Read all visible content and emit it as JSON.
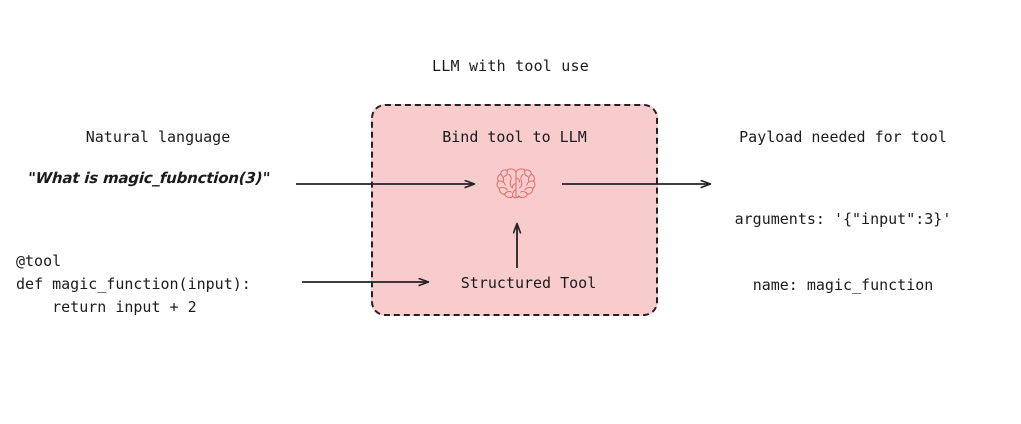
{
  "diagram": {
    "title": "LLM with tool use",
    "background_color": "#ffffff",
    "box": {
      "title": "Bind tool to LLM",
      "fill_color": "#f8cccd",
      "border_color": "#222222",
      "border_style": "dashed",
      "structured_tool_label": "Structured Tool",
      "icon": "brain-icon",
      "icon_color": "#e0706f"
    },
    "left": {
      "heading": "Natural language",
      "quote": "\"What is magic_fubnction(3)\"",
      "code": {
        "line_1": "@tool",
        "line_2": "def magic_function(input):",
        "line_3": "    return input + 2"
      }
    },
    "right": {
      "heading": "Payload needed for tool",
      "arguments_line": "arguments: '{\"input\":3}'",
      "name_line": "name: magic_function"
    },
    "arrows": [
      {
        "name": "natural-language-to-llm",
        "direction": "right"
      },
      {
        "name": "llm-to-payload",
        "direction": "right"
      },
      {
        "name": "code-to-structured-tool",
        "direction": "right"
      },
      {
        "name": "structured-tool-to-brain",
        "direction": "up"
      }
    ]
  }
}
